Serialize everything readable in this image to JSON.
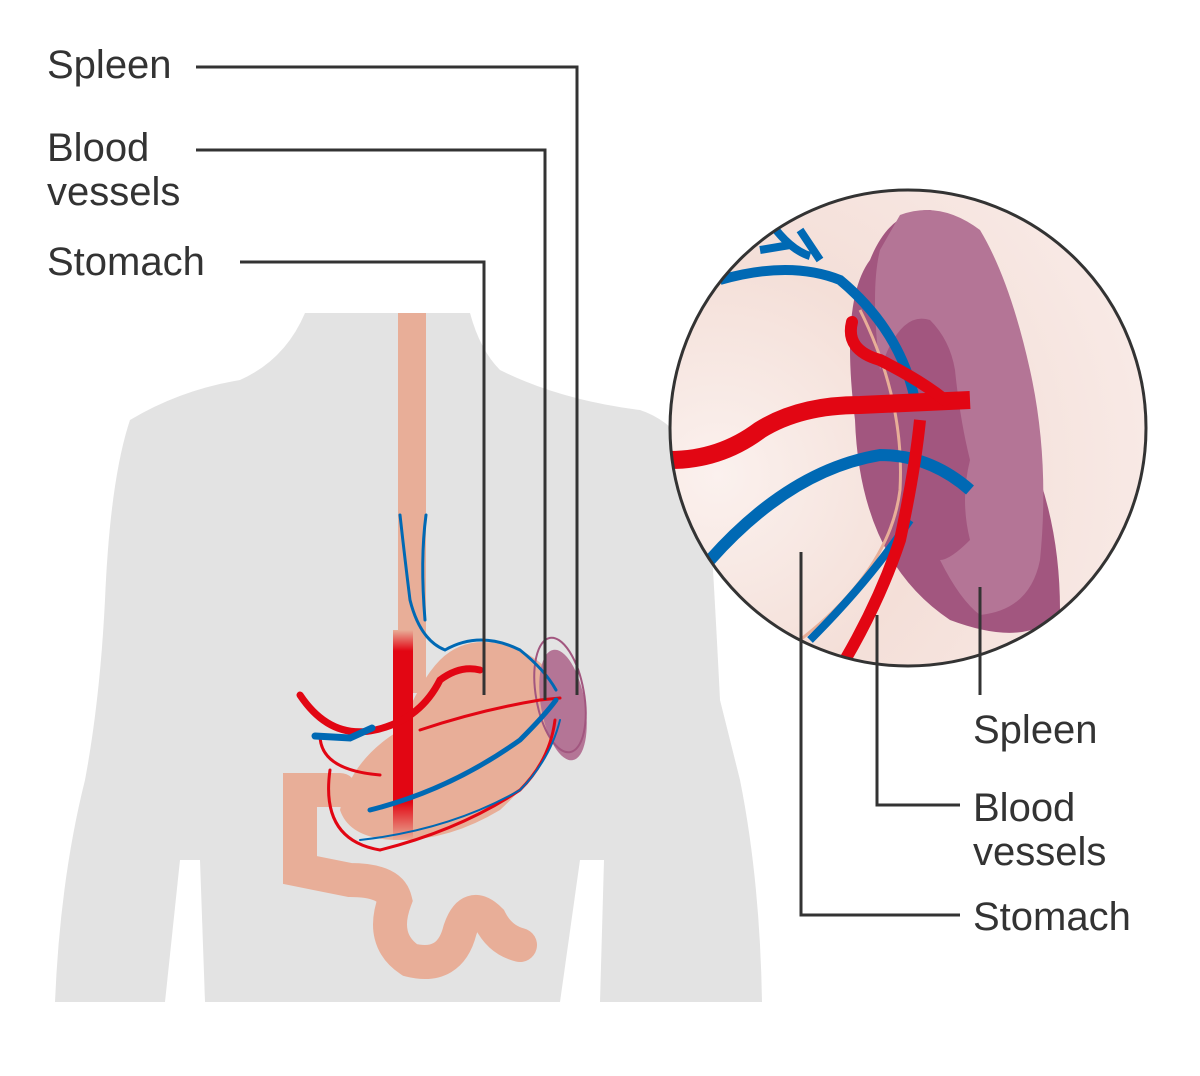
{
  "diagram": {
    "subject": "Location of the spleen, stomach and blood vessels in the body",
    "left_labels": [
      {
        "id": "spleen",
        "text": "Spleen"
      },
      {
        "id": "blood-vessels",
        "text": "Blood vessels",
        "line1": "Blood",
        "line2": "vessels"
      },
      {
        "id": "stomach",
        "text": "Stomach"
      }
    ],
    "right_labels": [
      {
        "id": "spleen",
        "text": "Spleen"
      },
      {
        "id": "blood-vessels",
        "text": "Blood vessels",
        "line1": "Blood",
        "line2": "vessels"
      },
      {
        "id": "stomach",
        "text": "Stomach"
      }
    ],
    "colors": {
      "body": "#e3e3e3",
      "artery": "#e20613",
      "vein": "#0069b4",
      "organ_tissue": "#e8ae98",
      "spleen": "#b47596",
      "spleen_dark": "#a2567f",
      "zoom_background": "#f7e6e1",
      "leader_line": "#333333"
    }
  }
}
